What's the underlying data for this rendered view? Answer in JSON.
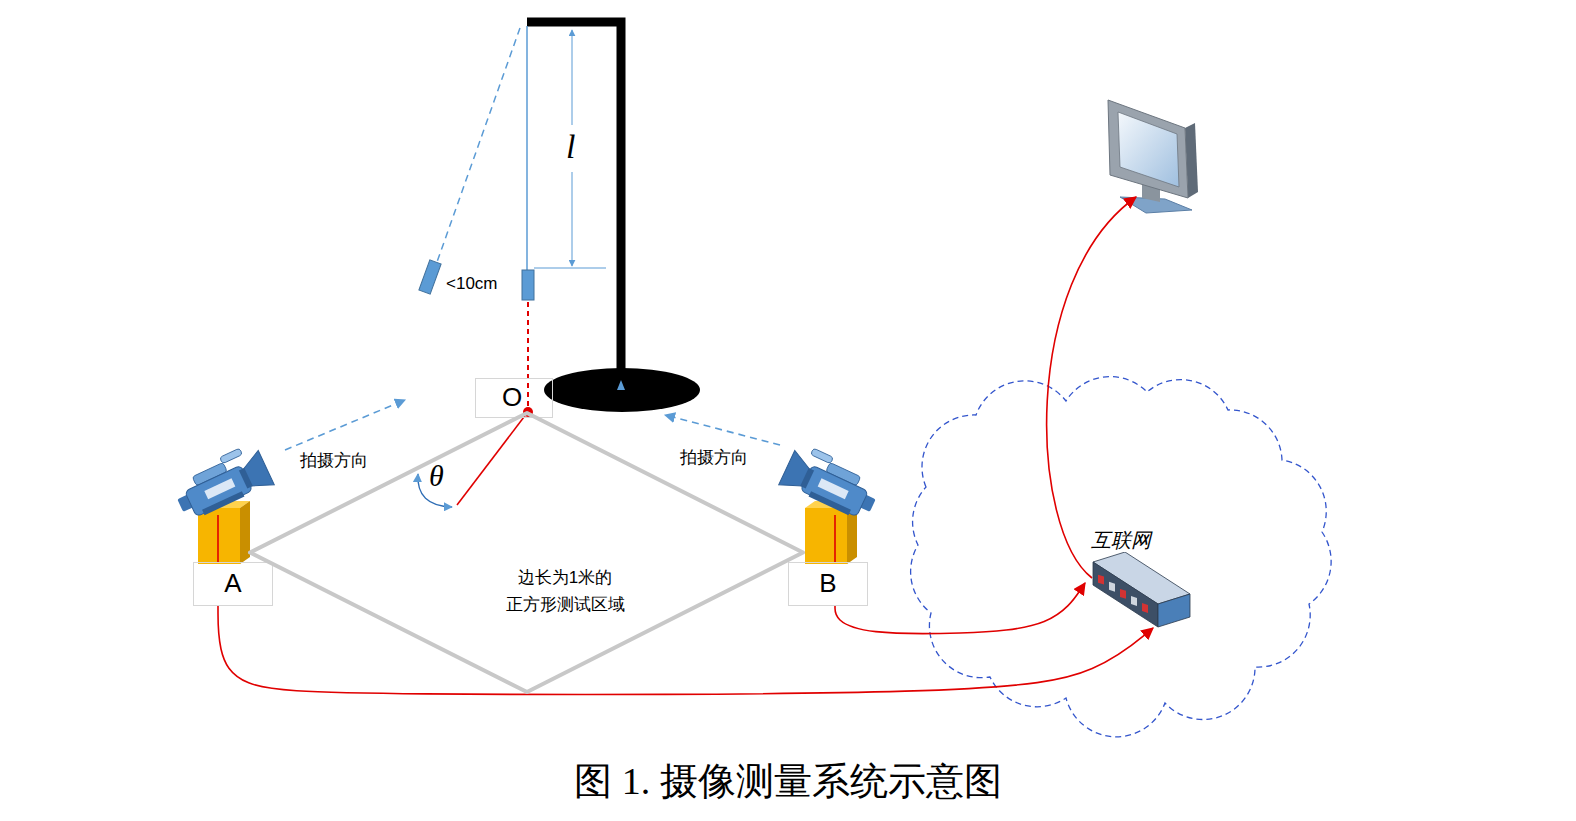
{
  "diagram": {
    "caption": "图 1. 摄像测量系统示意图",
    "nodes": [
      {
        "text": [
          "O"
        ]
      },
      {
        "text": [
          "A"
        ]
      },
      {
        "text": [
          "B"
        ]
      },
      {
        "text": [
          "边长为1米的 正方形测试区域"
        ]
      },
      {
        "text": [
          "互联网"
        ]
      }
    ],
    "edges": [
      {
        "from": 1,
        "to": 4,
        "arrow": "to"
      },
      {
        "from": 2,
        "to": 4,
        "arrow": "to"
      }
    ],
    "labels": [
      "l",
      "<10cm",
      "拍摄方向",
      "拍摄方向",
      "θ"
    ]
  }
}
